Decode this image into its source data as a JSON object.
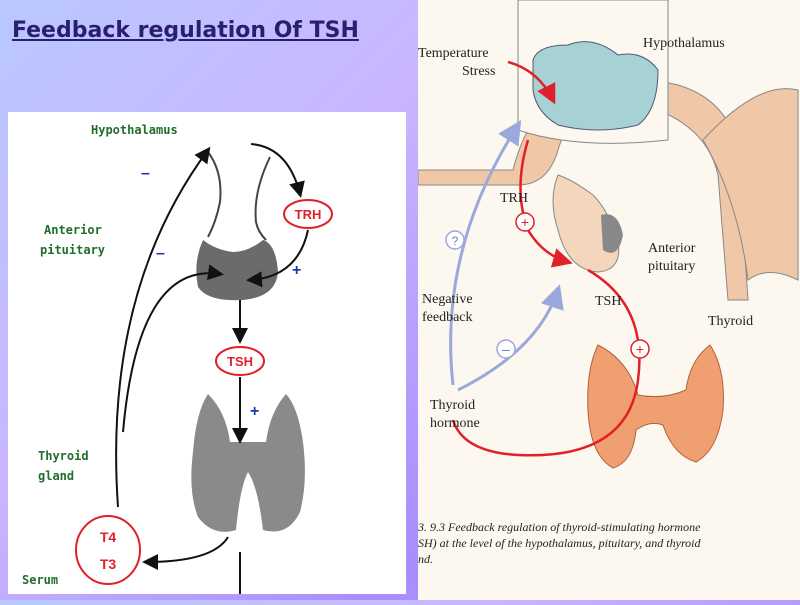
{
  "slide": {
    "title": "Feedback regulation  Of  TSH"
  },
  "left_diagram": {
    "hypothalamus": "Hypothalamus",
    "anterior_pituitary_1": "Anterior",
    "anterior_pituitary_2": "pituitary",
    "trh": "TRH",
    "tsh": "TSH",
    "thyroid_gland_1": "Thyroid",
    "thyroid_gland_2": "gland",
    "t4": "T4",
    "t3": "T3",
    "serum": "Serum",
    "minus_sign": "–",
    "plus_sign": "+"
  },
  "right_diagram": {
    "temperature": "Temperature",
    "stress": "Stress",
    "hypothalamus": "Hypothalamus",
    "trh": "TRH",
    "anterior_1": "Anterior",
    "anterior_2": "pituitary",
    "negative_1": "Negative",
    "negative_2": "feedback",
    "tsh": "TSH",
    "thyroid": "Thyroid",
    "thyroid_hormone_1": "Thyroid",
    "thyroid_hormone_2": "hormone",
    "question": "?",
    "plus": "+",
    "minus": "–",
    "caption_1": "3. 9.3  Feedback regulation of thyroid-stimulating hormone",
    "caption_2": "SH) at the level of the hypothalamus, pituitary, and thyroid",
    "caption_3": "nd."
  },
  "colors": {
    "title": "#2a1f6e",
    "red": "#e0202a",
    "blue_arrow": "#9aa8dc",
    "tissue": "#f0c8a8",
    "hypothalamus_fill": "#a6d2d4",
    "thyroid_fill": "#f0a070"
  }
}
